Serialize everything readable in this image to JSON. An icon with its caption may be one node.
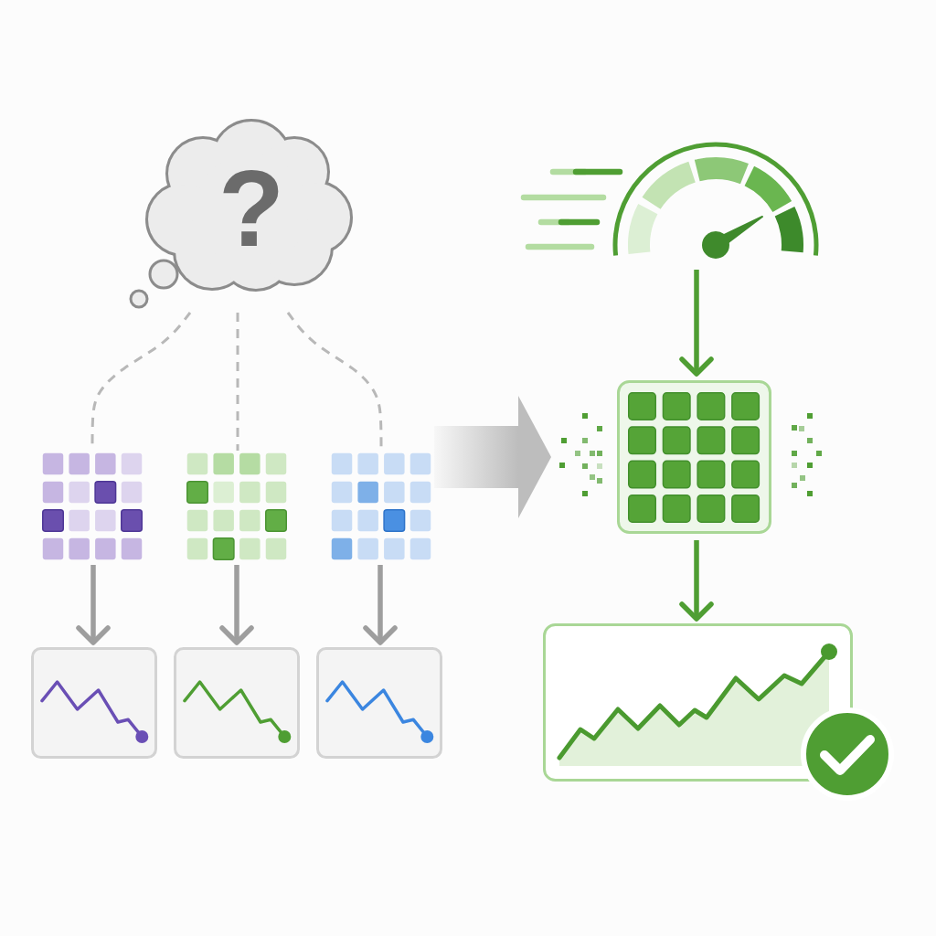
{
  "diagram": {
    "nodes": [
      {
        "text": [
          "?"
        ]
      },
      {
        "text": [],
        "shape": "grid"
      },
      {
        "text": [],
        "shape": "grid"
      },
      {
        "text": [],
        "shape": "grid"
      },
      {
        "text": [],
        "shape": "chart"
      },
      {
        "text": [],
        "shape": "chart"
      },
      {
        "text": [],
        "shape": "chart"
      },
      {
        "text": [],
        "shape": "picture"
      },
      {
        "text": [],
        "shape": "grid"
      },
      {
        "text": [],
        "shape": "chart"
      }
    ],
    "edges": [
      {
        "from": 0,
        "to": 1,
        "arrow": "none",
        "style": "dashed",
        "color": "#b8b8b8"
      },
      {
        "from": 0,
        "to": 2,
        "arrow": "none",
        "style": "dashed",
        "color": "#b8b8b8"
      },
      {
        "from": 0,
        "to": 3,
        "arrow": "none",
        "style": "dashed",
        "color": "#b8b8b8"
      },
      {
        "from": 1,
        "to": 4,
        "arrow": "to"
      },
      {
        "from": 2,
        "to": 5,
        "arrow": "to"
      },
      {
        "from": 3,
        "to": 6,
        "arrow": "to"
      },
      {
        "from": 3,
        "to": 8,
        "arrow": "to",
        "style": "thick",
        "color": "#bdbdbd"
      },
      {
        "from": 7,
        "to": 8,
        "arrow": "to",
        "color": "#4f9e33"
      },
      {
        "from": 8,
        "to": 9,
        "arrow": "to",
        "color": "#4f9e33"
      }
    ]
  }
}
